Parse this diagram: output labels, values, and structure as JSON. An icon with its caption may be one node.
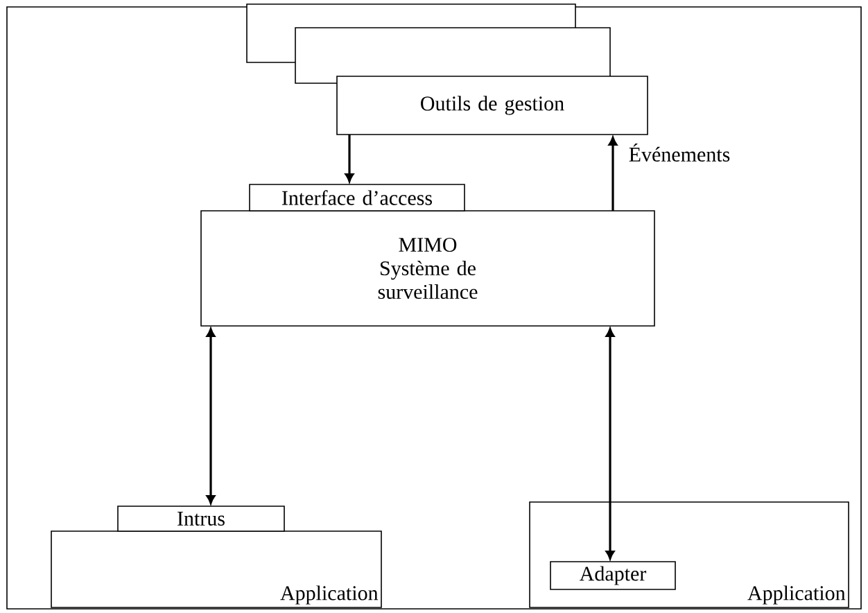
{
  "diagram": {
    "nodes": [
      {
        "text": [],
        "shape": "box"
      },
      {
        "text": [],
        "shape": "box"
      },
      {
        "text": [
          "Outils de gestion"
        ]
      },
      {
        "text": [
          "MIMO Système de surveillance"
        ]
      },
      {
        "text": [
          "Interface d’access"
        ]
      },
      {
        "text": [
          "Application"
        ]
      },
      {
        "text": [
          "Intrus"
        ]
      },
      {
        "text": [
          "Application"
        ]
      },
      {
        "text": [
          "Adapter"
        ],
        "in": 7
      }
    ],
    "edges": [
      {
        "from": 2,
        "to": 4,
        "arrow": "to"
      },
      {
        "from": 3,
        "to": 2,
        "arrow": "to",
        "label": "Événements"
      },
      {
        "from": 3,
        "to": 6,
        "arrow": "both"
      },
      {
        "from": 3,
        "to": 8,
        "arrow": "both"
      }
    ]
  }
}
